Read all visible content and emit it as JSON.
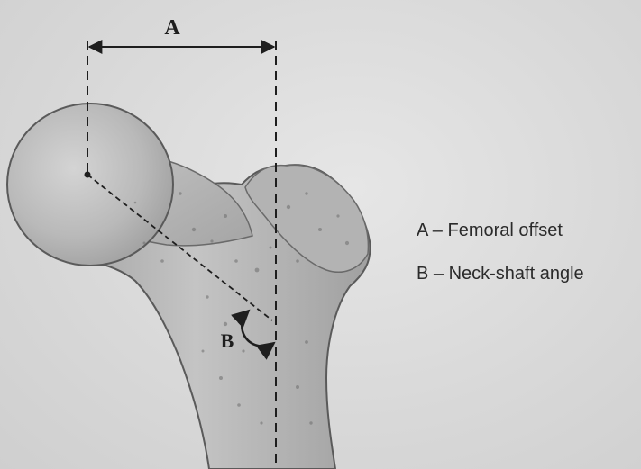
{
  "diagram": {
    "label_a": "A",
    "label_b": "B",
    "legend": [
      {
        "key": "A",
        "text": "A – Femoral offset"
      },
      {
        "key": "B",
        "text": "B – Neck-shaft angle"
      }
    ],
    "colors": {
      "background": "#d9d9d9",
      "bone_fill": "#b8b8b8",
      "bone_outline": "#5a5a5a",
      "lines": "#1e1e1e"
    }
  }
}
